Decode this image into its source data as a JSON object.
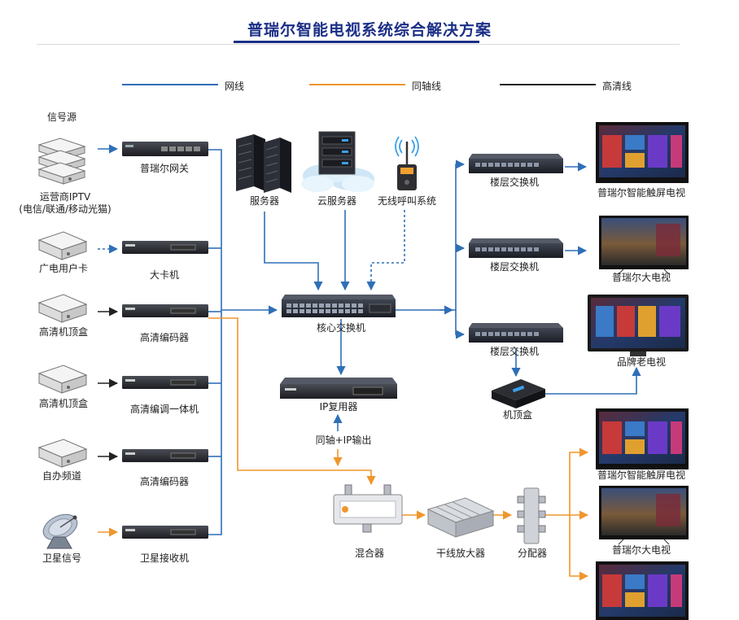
{
  "title": "普瑞尔智能电视系统综合解决方案",
  "legend": {
    "network": "网线",
    "coax": "同轴线",
    "hd": "高清线"
  },
  "colors": {
    "network": "#2f6fb7",
    "coax": "#f0962d",
    "hd": "#222222",
    "title": "#1b2f86"
  },
  "sources": {
    "header": "信号源",
    "iptv_line1": "运营商IPTV",
    "iptv_line2": "(电信/联通/移动光猫)",
    "cable_card": "广电用户卡",
    "hd_stb_1": "高清机顶盒",
    "hd_stb_2": "高清机顶盒",
    "self_channel": "自办频道",
    "satellite": "卫星信号"
  },
  "headend": {
    "gateway": "普瑞尔网关",
    "card_machine": "大卡机",
    "hd_encoder_1": "高清编码器",
    "hd_mod_enc": "高清编调一体机",
    "hd_encoder_2": "高清编码器",
    "sat_receiver": "卫星接收机"
  },
  "center": {
    "server": "服务器",
    "cloud_server": "云服务器",
    "wireless_call": "无线呼叫系统",
    "core_switch": "核心交换机",
    "ip_mux": "IP复用器",
    "coax_ip_out": "同轴+IP输出",
    "mixer": "混合器",
    "trunk_amp": "干线放大器",
    "splitter": "分配器"
  },
  "floors": {
    "switch_1": "楼层交换机",
    "switch_2": "楼层交换机",
    "switch_3": "楼层交换机",
    "stb": "机顶盒"
  },
  "tvs": {
    "touch_tv_1": "普瑞尔智能触屏电视",
    "big_tv_1": "普瑞尔大电视",
    "old_tv": "品牌老电视",
    "touch_tv_2": "普瑞尔智能触屏电视",
    "big_tv_2": "普瑞尔大电视"
  }
}
